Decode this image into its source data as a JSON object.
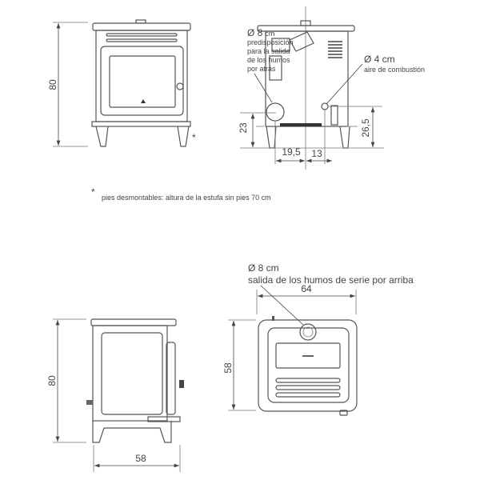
{
  "front_view": {
    "height_label": "80",
    "asterisk": "*"
  },
  "rear_view": {
    "flue_rear": {
      "diameter": "Ø 8",
      "unit": "cm",
      "lines": [
        "predisposición",
        "para la salida",
        "de los humos",
        "por atrás"
      ]
    },
    "air_inlet": {
      "diameter": "Ø 4 cm",
      "label": "aire de combustión"
    },
    "dim_23": "23",
    "dim_26_5": "26,5",
    "dim_19_5": "19,5",
    "dim_13": "13"
  },
  "footnote": {
    "mark": "*",
    "text": "pies desmontables: altura de la estufa sin pies 70 cm"
  },
  "side_view": {
    "height_label": "80",
    "depth_label": "58"
  },
  "top_view": {
    "diameter": "Ø 8 cm",
    "label": "salida de los humos de serie por arriba",
    "width_label": "64",
    "depth_label": "58"
  }
}
